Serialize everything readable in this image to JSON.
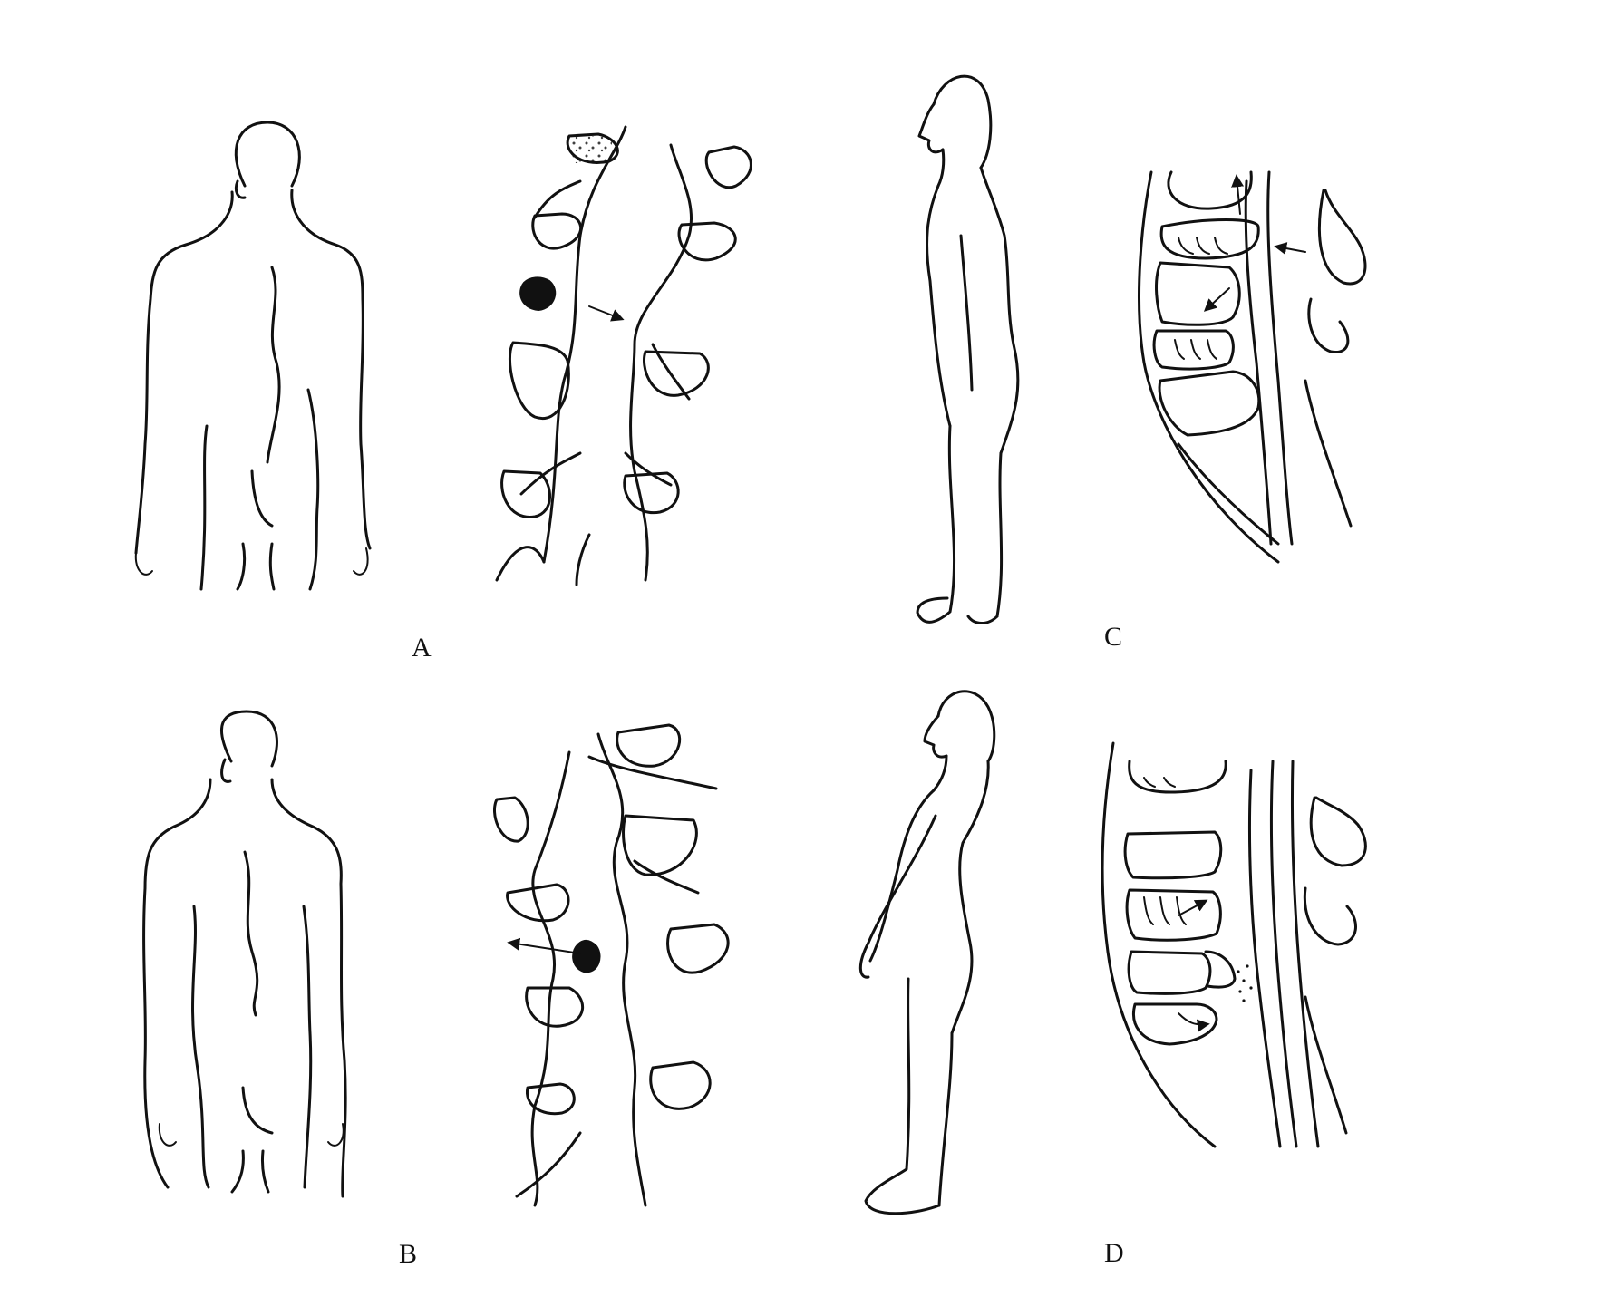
{
  "figure": {
    "panels": [
      {
        "id": "A",
        "label": "A",
        "body_view": "back",
        "detail": "spine-posterior-view"
      },
      {
        "id": "B",
        "label": "B",
        "body_view": "back",
        "detail": "spine-posterior-view"
      },
      {
        "id": "C",
        "label": "C",
        "body_view": "side",
        "detail": "spine-sagittal-view"
      },
      {
        "id": "D",
        "label": "D",
        "body_view": "side",
        "detail": "spine-sagittal-view"
      }
    ],
    "colors": {
      "ink": "#111111",
      "background": "#ffffff"
    }
  }
}
